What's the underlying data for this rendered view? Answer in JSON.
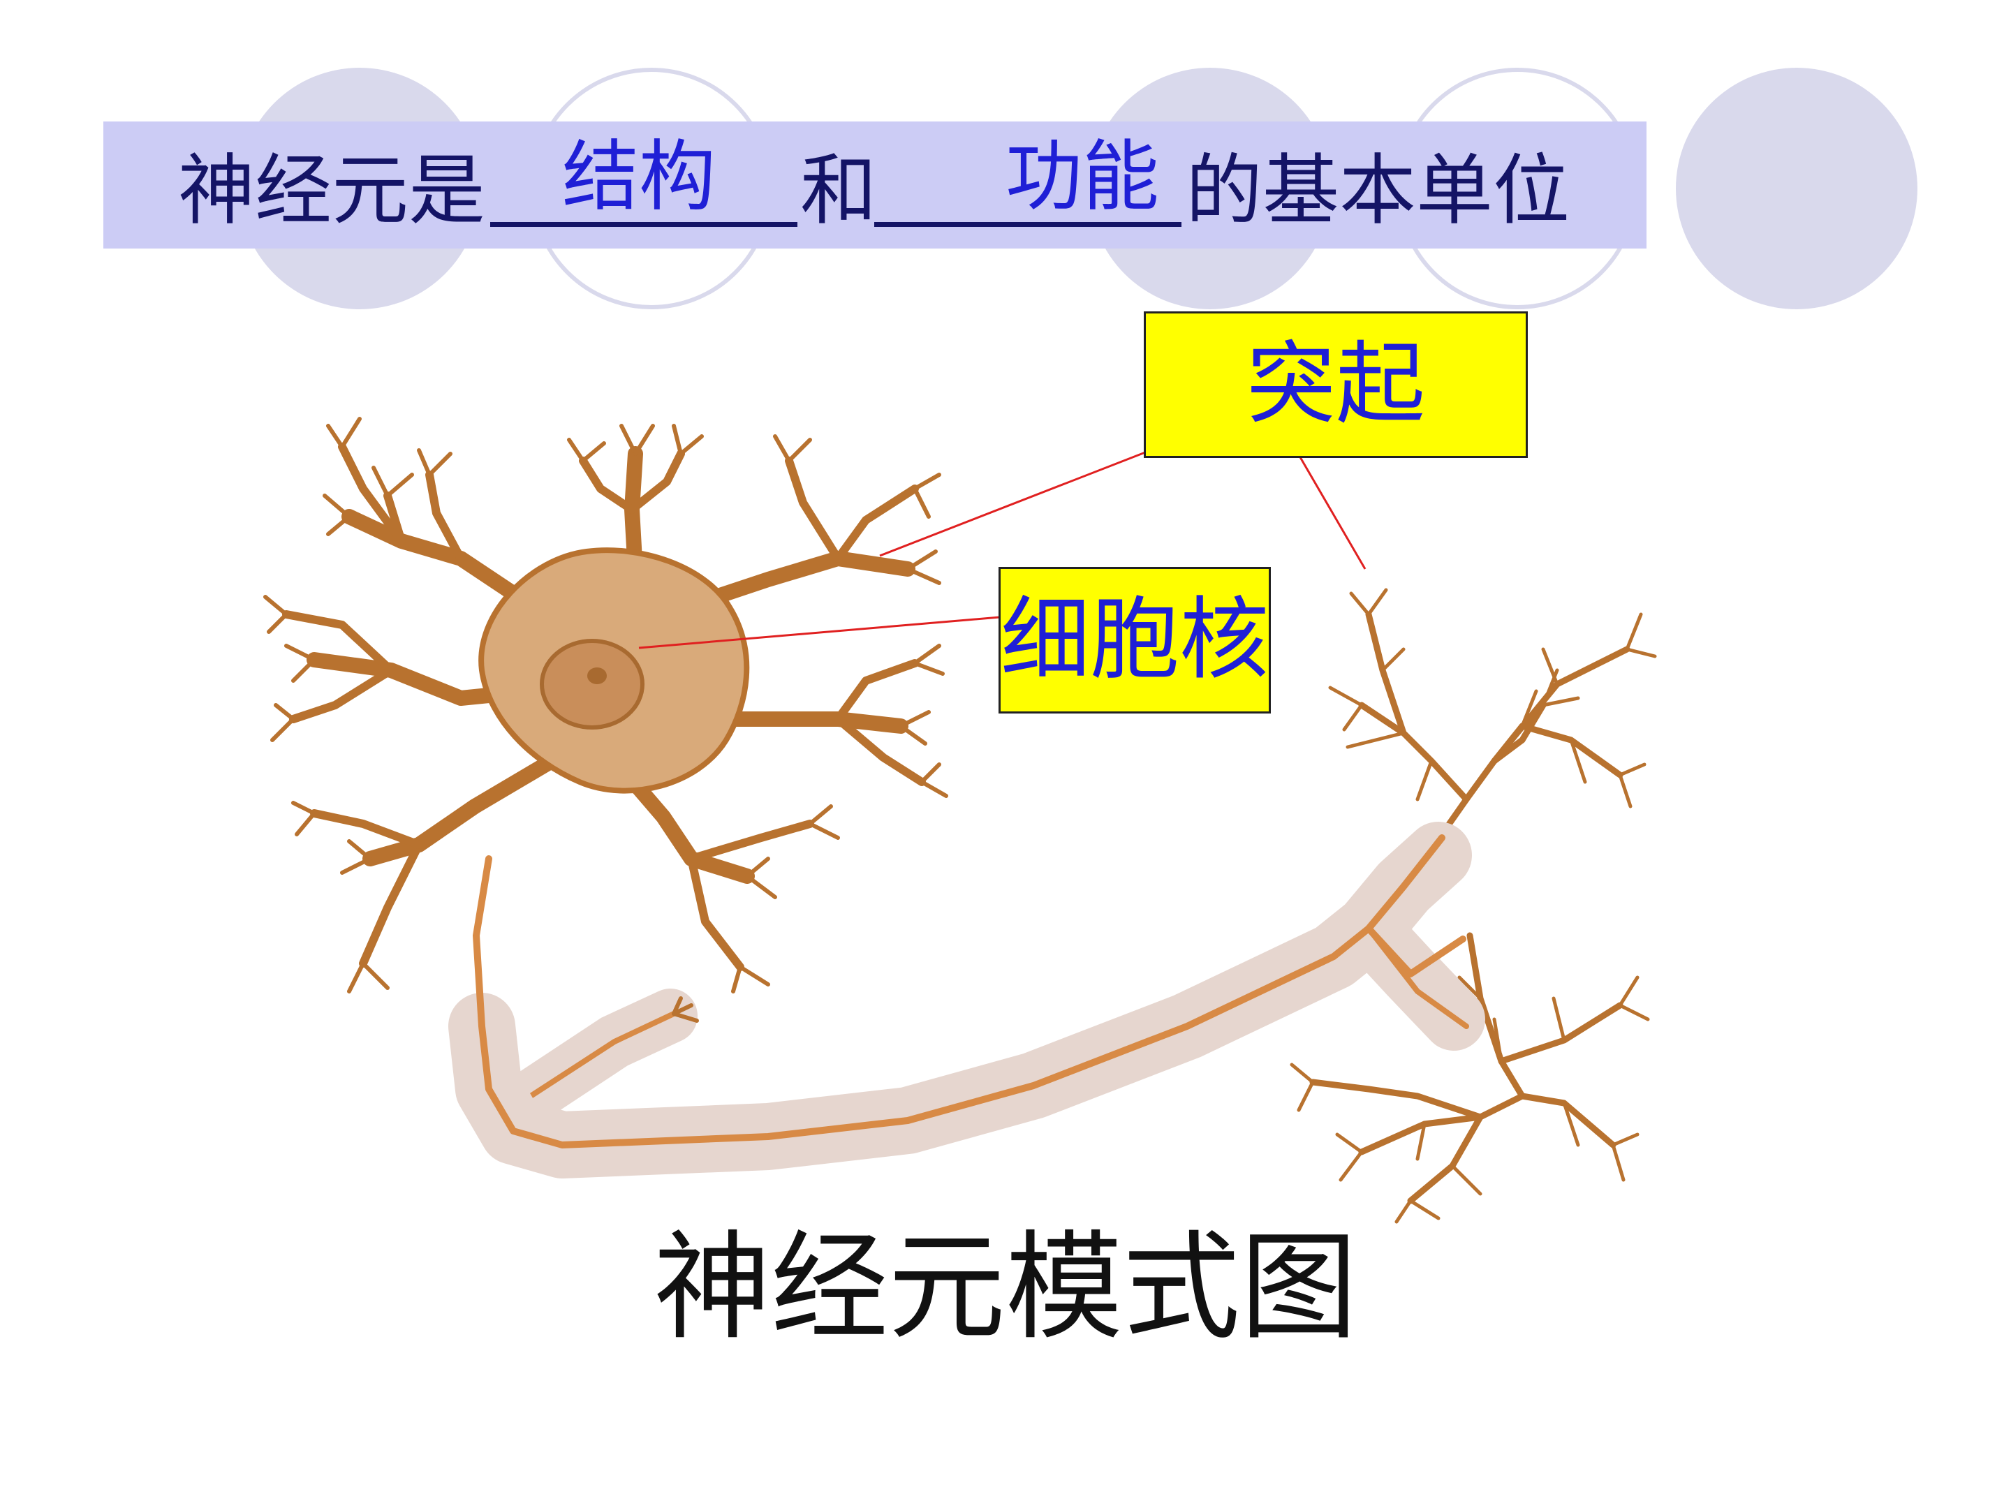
{
  "colors": {
    "circle": "#d9d9ec",
    "banner": "#ccccf5",
    "text_dark": "#141466",
    "answer_blue": "#1f1fd6",
    "label_bg": "#ffff00",
    "leader_line": "#e02020",
    "cell_body": "#d9aa7a",
    "dendrite": "#b8722f",
    "myelin": "#e6d6cf",
    "axon_core": "#d88a45"
  },
  "question": {
    "prefix": "神经元是",
    "answer1": "结构",
    "middle": "和",
    "answer2": "功能",
    "suffix": "的基本单位"
  },
  "labels": {
    "process": "突起",
    "nucleus": "细胞核"
  },
  "caption": "神经元模式图"
}
